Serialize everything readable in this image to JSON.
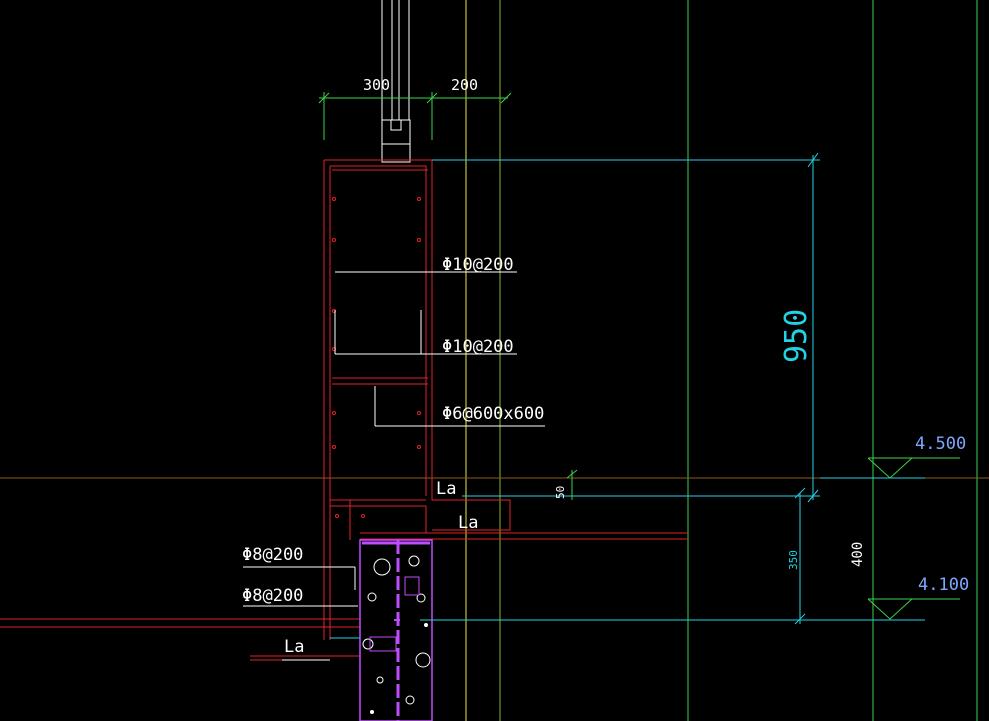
{
  "drawing": {
    "dim_top_left": "300",
    "dim_top_right": "200",
    "dim_height": "950",
    "dim_small": "50",
    "dim_350": "350",
    "dim_400": "400",
    "rebar_1": "Φ10@200",
    "rebar_2": "Φ10@200",
    "rebar_3": "Φ6@600x600",
    "rebar_4": "Φ8@200",
    "rebar_5": "Φ8@200",
    "anchor_1": "La",
    "anchor_2": "La",
    "anchor_3": "La",
    "elev_1": "4.500",
    "elev_2": "4.100"
  }
}
